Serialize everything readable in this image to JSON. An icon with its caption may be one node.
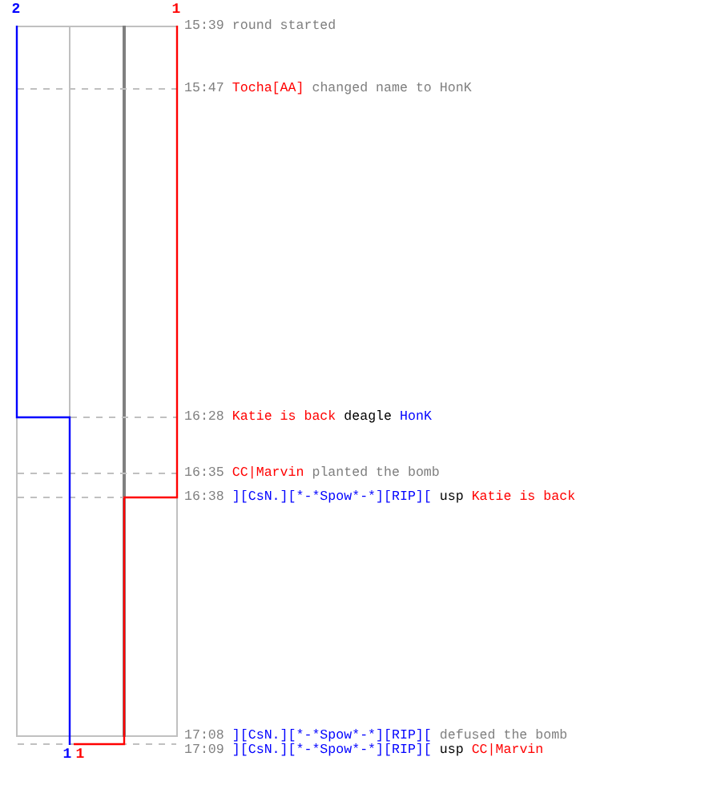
{
  "diagram": {
    "labels": [
      "2",
      "1",
      "15:39",
      "round started",
      "15:47",
      "Tocha[AA]",
      "changed name to HonK",
      "16:28",
      "Katie is back",
      "deagle",
      "HonK",
      "16:35",
      "CC|Marvin",
      "planted the bomb",
      "16:38",
      "][CsN.][*-*Spow*-*][RIP][",
      "usp",
      "Katie is back",
      "17:08",
      "][CsN.][*-*Spow*-*][RIP][",
      "defused the bomb",
      "1",
      "1",
      "17:09",
      "][CsN.][*-*Spow*-*][RIP][",
      "usp",
      "CC|Marvin"
    ]
  }
}
